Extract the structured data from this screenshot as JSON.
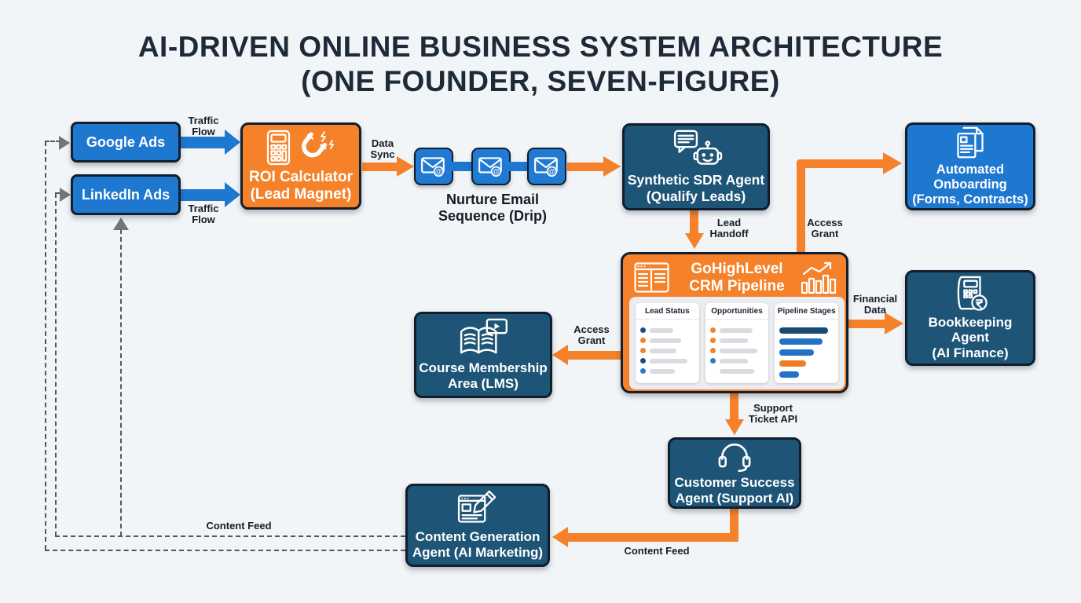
{
  "title": {
    "line1": "AI-DRIVEN ONLINE BUSINESS SYSTEM ARCHITECTURE",
    "line2": "(ONE FOUNDER, SEVEN-FIGURE)"
  },
  "colors": {
    "background": "#f2f5f7",
    "brand_blue": "#1e78d0",
    "panel_blue": "#1e5577",
    "accent_orange": "#f5822a",
    "border_dark": "#101e2d",
    "dashed_gray": "#50585f",
    "arrowhead_gray": "#70767c",
    "title_text": "#1e2a38",
    "label_text": "#141d27",
    "dot": {
      "navy": "#1d4e7d",
      "orange": "#f0832e",
      "blue": "#2b7ccd"
    },
    "bar": {
      "navy": "#174b73",
      "blue": "#2273c4",
      "orange": "#ee7e26"
    }
  },
  "nodes": {
    "google_ads": {
      "label": "Google Ads"
    },
    "linkedin_ads": {
      "label": "LinkedIn Ads"
    },
    "roi_calculator": {
      "line1": "ROI Calculator",
      "line2": "(Lead Magnet)"
    },
    "nurture_email": {
      "line1": "Nurture Email",
      "line2": "Sequence (Drip)",
      "at_glyph": "@"
    },
    "sdr_agent": {
      "line1": "Synthetic SDR Agent",
      "line2": "(Qualify Leads)"
    },
    "onboarding": {
      "line1": "Automated",
      "line2": "Onboarding",
      "line3": "(Forms, Contracts)"
    },
    "crm": {
      "line1": "GoHighLevel",
      "line2": "CRM Pipeline",
      "cards": [
        {
          "title": "Lead Status",
          "rows": [
            {
              "dot": "navy",
              "bar": 30
            },
            {
              "dot": "orange",
              "bar": 40
            },
            {
              "dot": "orange",
              "bar": 34
            },
            {
              "dot": "navy",
              "bar": 48
            },
            {
              "dot": "blue",
              "bar": 32
            }
          ]
        },
        {
          "title": "Opportunities",
          "rows": [
            {
              "dot": "orange",
              "bar": 42
            },
            {
              "dot": "orange",
              "bar": 36
            },
            {
              "dot": "orange",
              "bar": 48
            },
            {
              "dot": "blue",
              "bar": 36
            },
            {
              "dot": "none",
              "bar": 44
            }
          ]
        },
        {
          "title": "Pipeline Stages",
          "bars": [
            {
              "color": "navy",
              "width": 62
            },
            {
              "color": "blue",
              "width": 55
            },
            {
              "color": "blue",
              "width": 44
            },
            {
              "color": "orange",
              "width": 34
            },
            {
              "color": "blue",
              "width": 25
            }
          ]
        }
      ]
    },
    "bookkeeping": {
      "line1": "Bookkeeping",
      "line2": "Agent",
      "line3": "(AI Finance)"
    },
    "course": {
      "line1": "Course Membership",
      "line2": "Area (LMS)"
    },
    "customer_success": {
      "line1": "Customer Success",
      "line2": "Agent (Support AI)"
    },
    "content_agent": {
      "line1": "Content Generation",
      "line2": "Agent (AI Marketing)"
    }
  },
  "edge_labels": {
    "traffic_flow_google": {
      "line1": "Traffic",
      "line2": "Flow"
    },
    "traffic_flow_linkedin": {
      "line1": "Traffic",
      "line2": "Flow"
    },
    "data_sync": {
      "line1": "Data",
      "line2": "Sync"
    },
    "lead_handoff": {
      "line1": "Lead",
      "line2": "Handoff"
    },
    "access_grant_onboarding": {
      "line1": "Access",
      "line2": "Grant"
    },
    "access_grant_course": {
      "line1": "Access",
      "line2": "Grant"
    },
    "financial_data": {
      "line1": "Financial",
      "line2": "Data"
    },
    "support_ticket_api": {
      "line1": "Support",
      "line2": "Ticket API"
    },
    "content_feed_support": {
      "label": "Content Feed"
    },
    "content_feed_loop": {
      "label": "Content Feed"
    }
  }
}
